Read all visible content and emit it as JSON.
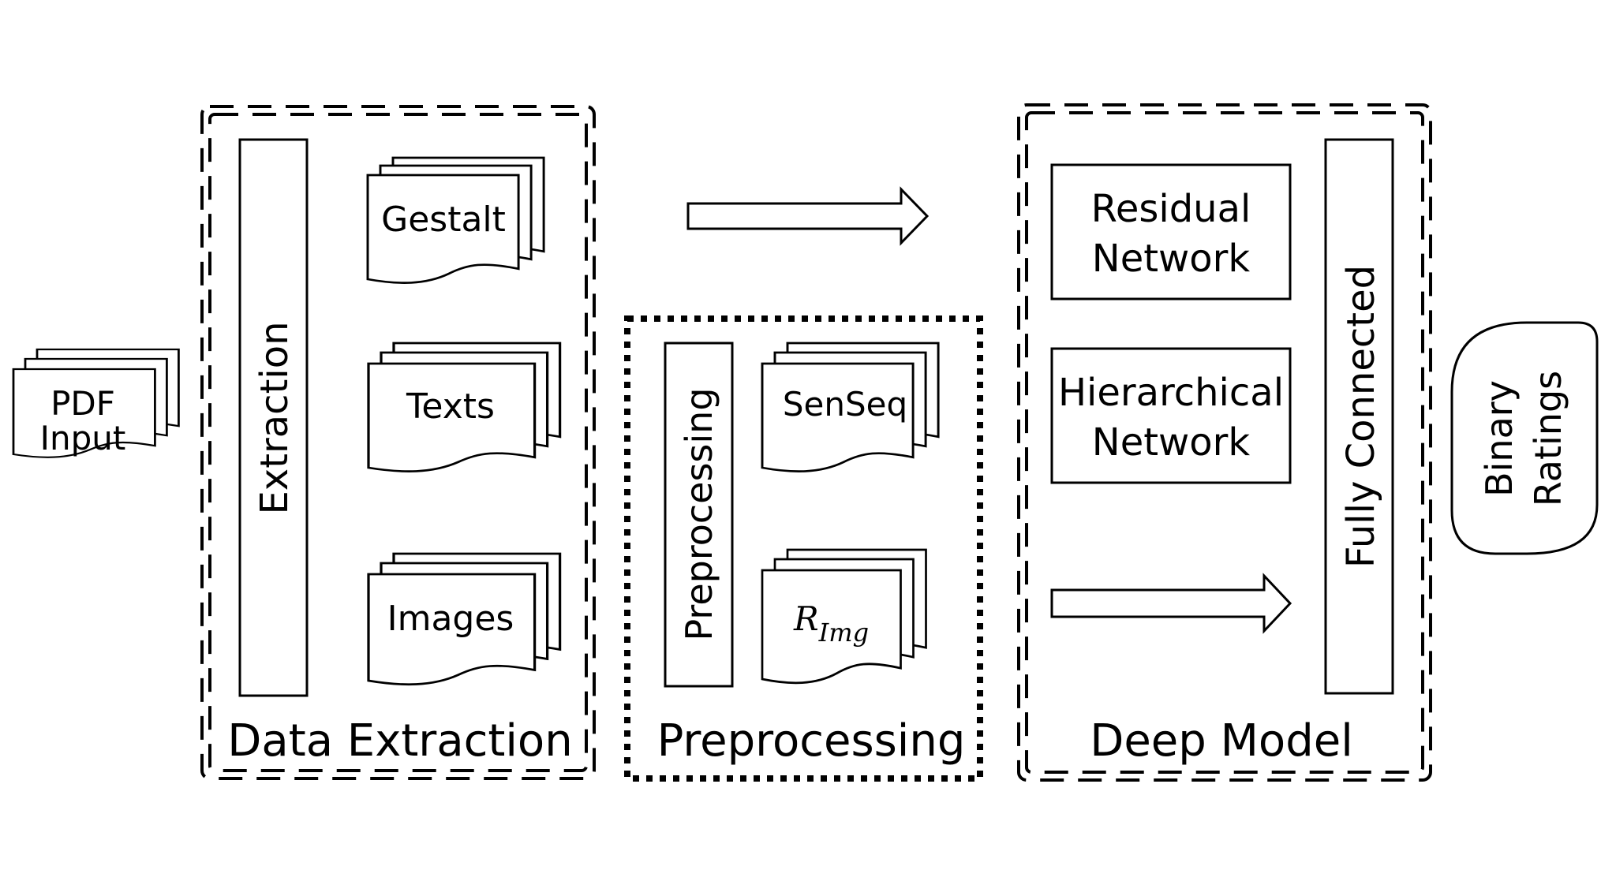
{
  "nodes": {
    "pdf_input": {
      "line1": "PDF",
      "line2": "Input"
    },
    "extraction": "Extraction",
    "gestalt": "Gestalt",
    "texts": "Texts",
    "images": "Images",
    "preprocessing_block": "Preprocessing",
    "senseq": "SenSeq",
    "r_img": {
      "base": "R",
      "subscript": "Img"
    },
    "residual_network": {
      "line1": "Residual",
      "line2": "Network"
    },
    "hierarchical_network": {
      "line1": "Hierarchical",
      "line2": "Network"
    },
    "fully_connected": "Fully Connected",
    "binary_ratings": {
      "line1": "Binary",
      "line2": "Ratings"
    }
  },
  "groups": {
    "data_extraction": "Data Extraction",
    "preprocessing": "Preprocessing",
    "deep_model": "Deep Model"
  }
}
